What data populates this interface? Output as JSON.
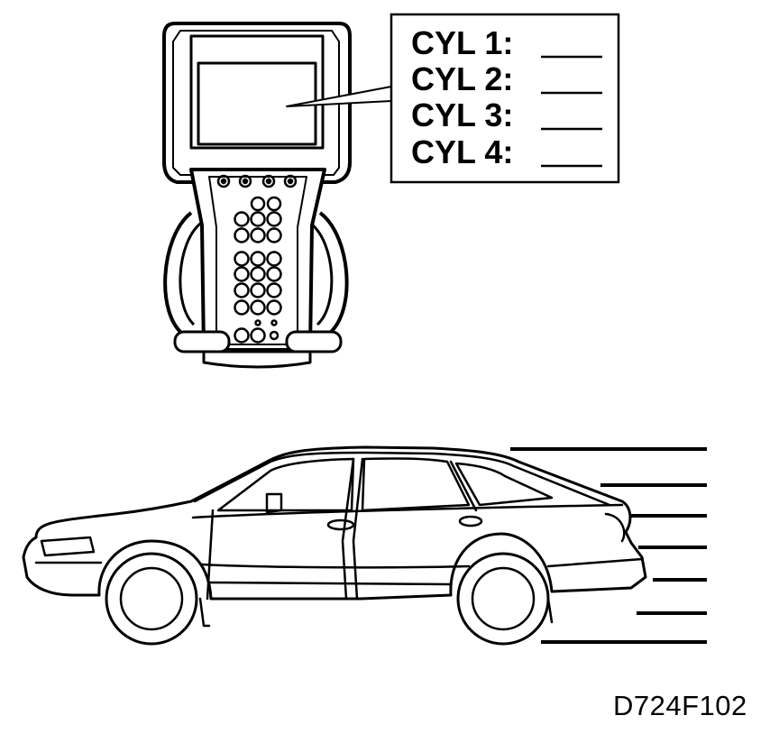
{
  "callout": {
    "lines": [
      {
        "label": "CYL 1:",
        "value": ""
      },
      {
        "label": "CYL 2:",
        "value": ""
      },
      {
        "label": "CYL 3:",
        "value": ""
      },
      {
        "label": "CYL 4:",
        "value": ""
      }
    ]
  },
  "figure_id": "D724F102",
  "icons": {
    "scan_tool": "handheld-diagnostic-scan-tool",
    "vehicle": "hatchback-car-side-view",
    "motion": "speed-lines"
  }
}
